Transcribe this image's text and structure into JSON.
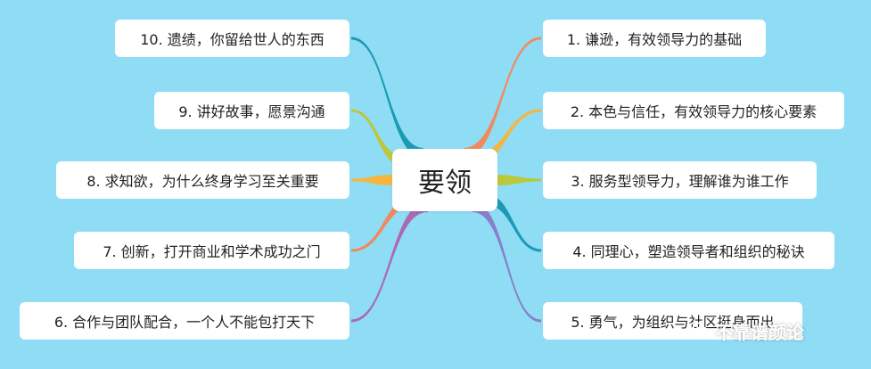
{
  "center": {
    "label": "要领"
  },
  "topics": [
    {
      "label": "1. 谦逊，有效领导力的基础",
      "color": "#f08a5d"
    },
    {
      "label": "2. 本色与信任，有效领导力的核心要素",
      "color": "#f6b63e"
    },
    {
      "label": "3. 服务型领导力，理解谁为谁工作",
      "color": "#b9c93a"
    },
    {
      "label": "4. 同理心，塑造领导者和组织的秘诀",
      "color": "#1b9bb3"
    },
    {
      "label": "5. 勇气，为组织与社区挺身而出",
      "color": "#8a7ec9"
    },
    {
      "label": "6. 合作与团队配合，一个人不能包打天下",
      "color": "#a96bb0"
    },
    {
      "label": "7. 创新，打开商业和学术成功之门",
      "color": "#f08a5d"
    },
    {
      "label": "8. 求知欲，为什么终身学习至关重要",
      "color": "#f6b63e"
    },
    {
      "label": "9. 讲好故事，愿景沟通",
      "color": "#b9c93a"
    },
    {
      "label": "10. 遗绩，你留给世人的东西",
      "color": "#1b9bb3"
    }
  ],
  "watermark": {
    "text": "不靠谱颜论",
    "icon": "wechat-icon"
  }
}
